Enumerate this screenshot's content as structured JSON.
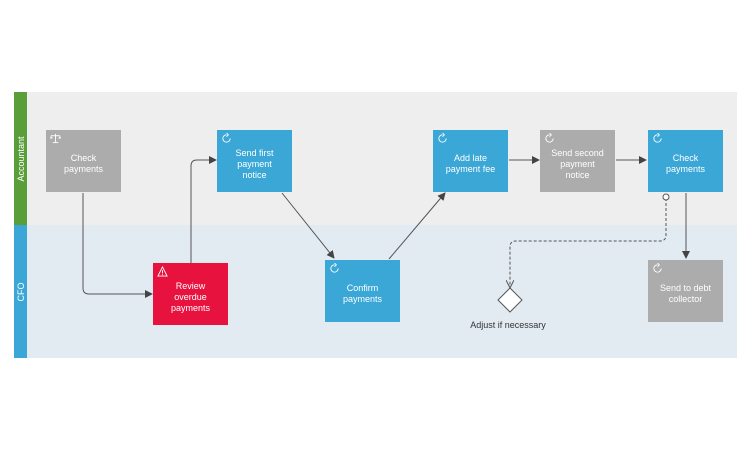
{
  "lanes": {
    "accountant": "Accountant",
    "cfo": "CFO"
  },
  "tasks": {
    "check_payments_1": "Check\npayments",
    "send_first_notice": "Send first\npayment\nnotice",
    "add_late_fee": "Add late\npayment fee",
    "send_second_notice": "Send second\npayment\nnotice",
    "check_payments_2": "Check\npayments",
    "review_overdue": "Review\noverdue\npayments",
    "confirm_payments": "Confirm\npayments",
    "send_to_debt_collector": "Send to debt\ncollector"
  },
  "gateway": {
    "label": "Adjust if necessary"
  },
  "colors": {
    "accountant_lane": "#5a9e3a",
    "cfo_lane": "#3aa7d6",
    "task_gray": "#acacac",
    "task_blue": "#3aa7d6",
    "task_red": "#e8123e"
  },
  "icons": {
    "manual_task": "scales-icon",
    "loop_task": "loop-icon",
    "warning_task": "warning-icon"
  }
}
